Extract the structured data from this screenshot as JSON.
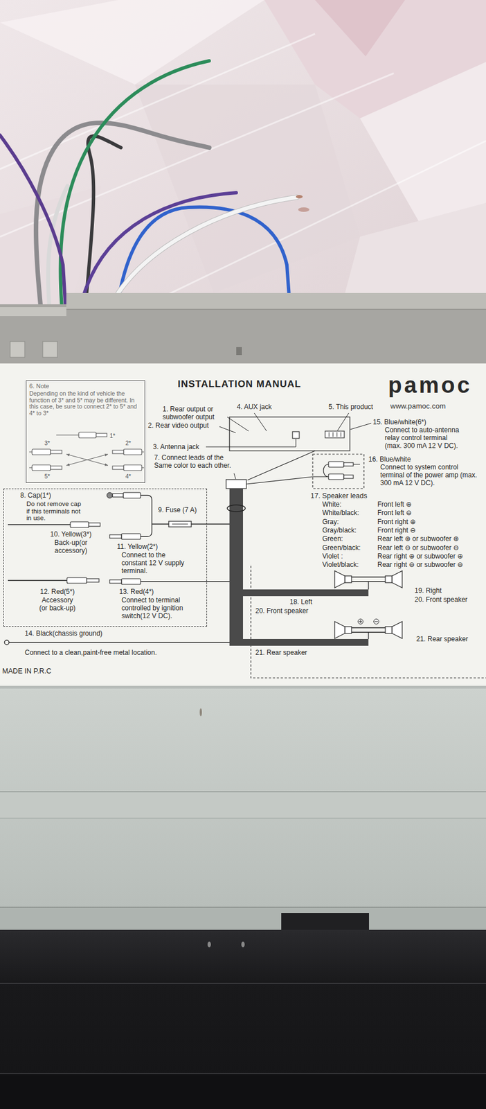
{
  "diagram": {
    "title": "INSTALLATION MANUAL",
    "nodes": [
      {
        "text": [
          "6. Note",
          "Depending on the kind of vehicle the function of 3* and 5* may be different. In this case, be sure to connect 2* to 5* and 4* to 3*",
          "1*",
          "3*",
          "2*",
          "5*",
          "4*"
        ]
      },
      {
        "text": [
          "8. Cap(1*)",
          "Do not remove cap if this terminals not in use.",
          "9. Fuse (7 A)",
          "10. Yellow(3*)",
          "Back-up(or accessory)",
          "11. Yellow(2*)",
          "Connect to the constant 12 V supply terminal.",
          "12. Red(5*)",
          "Accessory (or back-up)",
          "13. Red(4*)",
          "Connect to terminal controlled by ignition switch(12 V DC)."
        ]
      }
    ],
    "labels": [
      "pamoc",
      "www.pamoc.com",
      "1. Rear output or subwoofer output",
      "4. AUX jack",
      "5. This product",
      "2. Rear video output",
      "3. Antenna jack",
      "7. Connect leads of the Same color to each other.",
      "15. Blue/white(6*)",
      "Connect to auto-antenna relay control terminal (max. 300 mA 12 V DC).",
      "16. Blue/white",
      "Connect to system control terminal of the power amp (max. 300 mA 12 V DC).",
      "17. Speaker leads",
      "White:",
      "Front left ⊕",
      "White/black:",
      "Front left ⊖",
      "Gray:",
      "Front right ⊕",
      "Gray/black:",
      "Front right ⊖",
      "Green:",
      "Rear left ⊕ or subwoofer ⊕",
      "Green/black:",
      "Rear left ⊖ or subwoofer ⊖",
      "Violet :",
      "Rear right ⊕ or subwoofer ⊕",
      "Violet/black:",
      "Rear right ⊖ or subwoofer ⊖",
      "18. Left",
      "20. Front speaker",
      "19. Right",
      "20. Front speaker",
      "21. Rear speaker",
      "21. Rear speaker",
      "14. Black(chassis ground)",
      "Connect to a clean,paint-free metal location.",
      "MADE IN P.R.C"
    ]
  }
}
